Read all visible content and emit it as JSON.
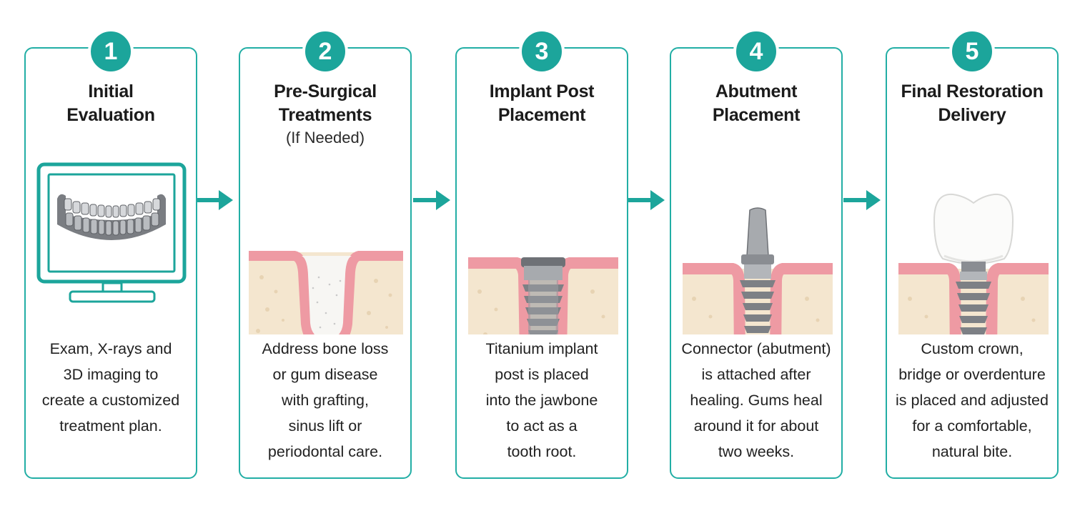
{
  "steps": [
    {
      "number": "1",
      "title_lines": [
        "Initial",
        "Evaluation"
      ],
      "subtitle": "",
      "description_lines": [
        "Exam, X-rays and",
        "3D imaging to",
        "create a customized",
        "treatment plan."
      ]
    },
    {
      "number": "2",
      "title_lines": [
        "Pre-Surgical",
        "Treatments"
      ],
      "subtitle": "(If Needed)",
      "description_lines": [
        "Address bone loss",
        "or gum disease",
        "with grafting,",
        "sinus lift or",
        "periodontal care."
      ]
    },
    {
      "number": "3",
      "title_lines": [
        "Implant Post",
        "Placement"
      ],
      "subtitle": "",
      "description_lines": [
        "Titanium implant",
        "post is placed",
        "into the jawbone",
        "to act as a",
        "tooth root."
      ]
    },
    {
      "number": "4",
      "title_lines": [
        "Abutment",
        "Placement"
      ],
      "subtitle": "",
      "description_lines": [
        "Connector (abutment)",
        "is attached after",
        "healing. Gums heal",
        "around it for about",
        "two weeks."
      ]
    },
    {
      "number": "5",
      "title_lines": [
        "Final Restoration",
        "Delivery"
      ],
      "subtitle": "",
      "description_lines": [
        "Custom crown,",
        "bridge or overdenture",
        "is placed and adjusted",
        "for a comfortable,",
        "natural bite."
      ]
    }
  ],
  "colors": {
    "accent": "#1ca59b",
    "gum": "#ee9aa3",
    "bone": "#f4e6cf",
    "metal": "#8a8d92"
  }
}
